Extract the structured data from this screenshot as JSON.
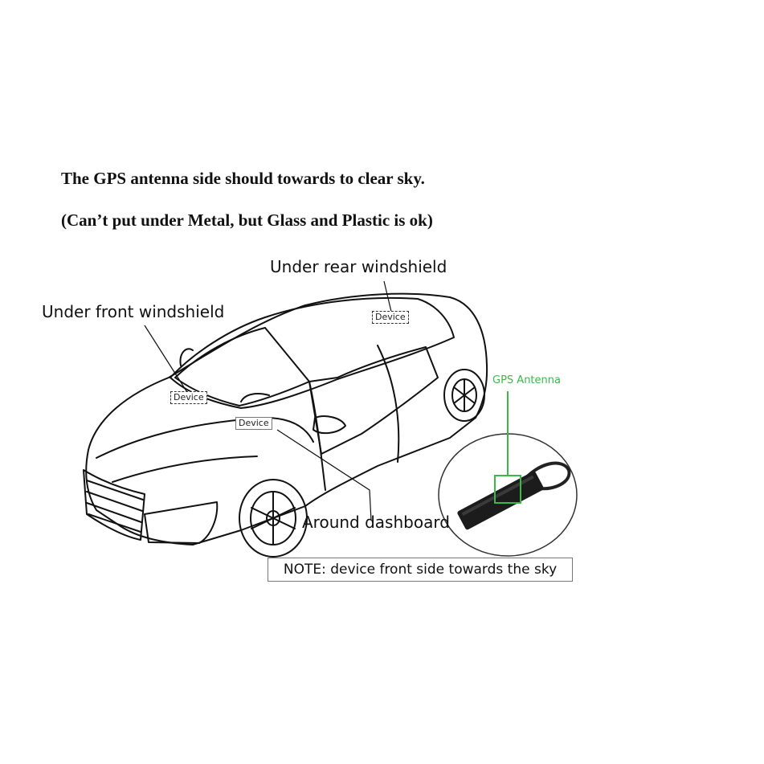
{
  "headline": {
    "line1": "The GPS antenna side should towards to clear sky.",
    "line2": "(Can’t put under Metal, but Glass and Plastic is ok)"
  },
  "labels": {
    "rear_windshield": "Under rear windshield",
    "front_windshield": "Under front windshield",
    "dashboard": "Around dashboard"
  },
  "device_tags": {
    "rear": "Device",
    "front": "Device",
    "dashboard": "Device"
  },
  "inset": {
    "gps_label": "GPS Antenna",
    "highlight_color": "#3cb84a"
  },
  "note": "NOTE: device front side towards the sky",
  "icons": [
    "car-illustration",
    "gps-device-image",
    "gps-antenna-highlight-box"
  ]
}
